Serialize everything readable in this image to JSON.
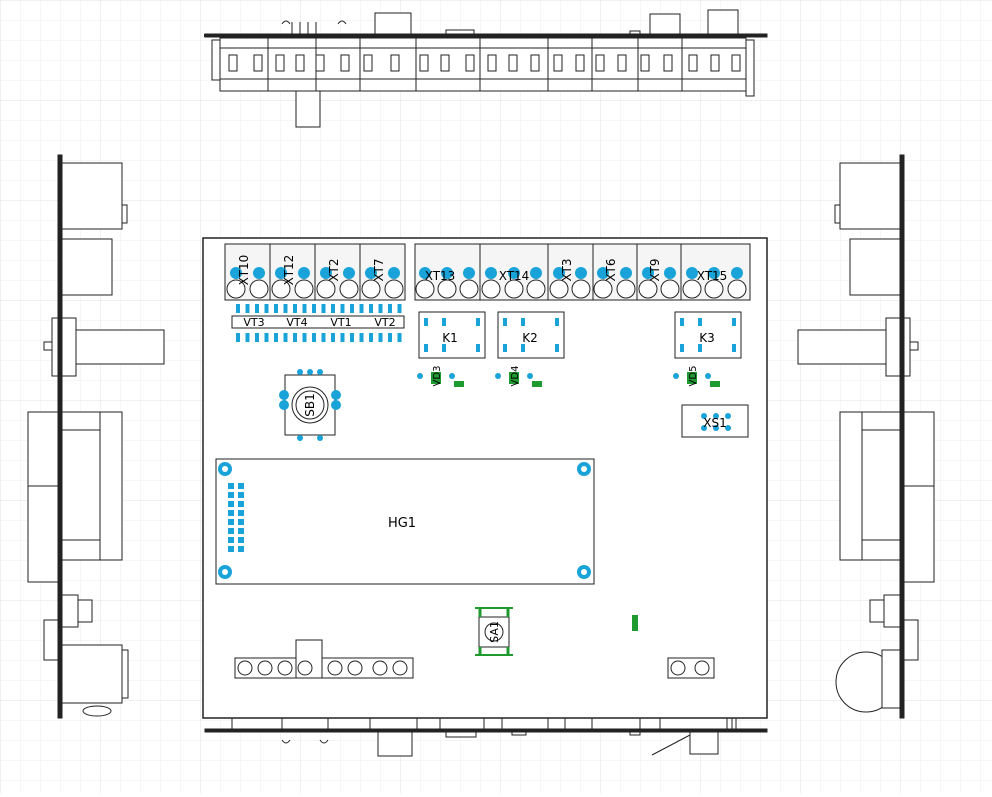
{
  "colors": {
    "pad": "#1aa3d9",
    "line": "#222222",
    "fill_gray": "#f0f0f0",
    "green": "#1f9a2f",
    "grid": "#e8e8e8"
  },
  "top_terminals": {
    "left_group": [
      "XT10",
      "XT12",
      "XT2",
      "XT7"
    ],
    "right_group": [
      "XT13",
      "XT14",
      "XT3",
      "XT6",
      "XT9",
      "XT15"
    ]
  },
  "transistors": [
    "VT3",
    "VT4",
    "VT1",
    "VT2"
  ],
  "relays": [
    "K1",
    "K2",
    "K3"
  ],
  "diodes": [
    "VD3",
    "VD4",
    "VD5"
  ],
  "connector": "XS1",
  "encoder": "SB1",
  "display": "HG1",
  "button": "SA1"
}
